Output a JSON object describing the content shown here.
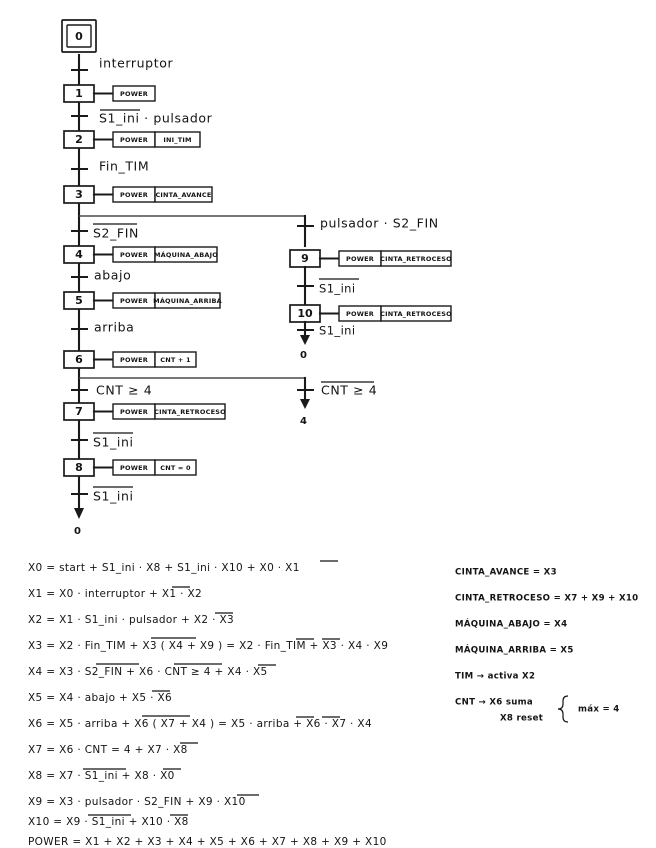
{
  "document": {
    "title": "GRAFCET - Diagrama de etapas y ecuaciones de estado",
    "kind": "hand-drawn sequential function chart"
  },
  "grafcet": {
    "initial_step": {
      "id": "0",
      "label": "0"
    },
    "steps": [
      {
        "id": "1",
        "label": "1",
        "actions": [
          "POWER"
        ]
      },
      {
        "id": "2",
        "label": "2",
        "actions": [
          "POWER",
          "INI_TIM"
        ]
      },
      {
        "id": "3",
        "label": "3",
        "actions": [
          "POWER",
          "CINTA_AVANCE"
        ]
      },
      {
        "id": "4",
        "label": "4",
        "actions": [
          "POWER",
          "MÁQUINA_ABAJO"
        ]
      },
      {
        "id": "5",
        "label": "5",
        "actions": [
          "POWER",
          "MÁQUINA_ARRIBA"
        ]
      },
      {
        "id": "6",
        "label": "6",
        "actions": [
          "POWER",
          "CNT + 1"
        ]
      },
      {
        "id": "7",
        "label": "7",
        "actions": [
          "POWER",
          "CINTA_RETROCESO"
        ]
      },
      {
        "id": "8",
        "label": "8",
        "actions": [
          "POWER",
          "CNT = 0"
        ]
      },
      {
        "id": "9",
        "label": "9",
        "actions": [
          "POWER",
          "CINTA_RETROCESO"
        ]
      },
      {
        "id": "10",
        "label": "10",
        "actions": [
          "POWER",
          "CINTA_RETROCESO"
        ]
      }
    ],
    "transitions": [
      {
        "id": "t0",
        "text": "interruptor",
        "overline": "none"
      },
      {
        "id": "t1",
        "text": "S1_ini · pulsador",
        "overline": "partial",
        "over_part": "S1_ini"
      },
      {
        "id": "t2",
        "text": "Fin_TIM",
        "overline": "none"
      },
      {
        "id": "t3",
        "text": "S2_FIN",
        "overline": "full"
      },
      {
        "id": "t4",
        "text": "abajo",
        "overline": "none"
      },
      {
        "id": "t5",
        "text": "arriba",
        "overline": "none"
      },
      {
        "id": "t6",
        "text": "CNT ≥ 4",
        "overline": "none"
      },
      {
        "id": "t7",
        "text": "S1_ini",
        "overline": "full"
      },
      {
        "id": "t8",
        "text": "S1_ini",
        "overline": "full"
      },
      {
        "id": "t9",
        "text": "pulsador · S2_FIN",
        "overline": "none"
      },
      {
        "id": "t10",
        "text": "S1_ini",
        "overline": "full"
      },
      {
        "id": "t11",
        "text": "S1_ini",
        "overline": "none"
      },
      {
        "id": "t12",
        "text": "CNT ≥ 4",
        "overline": "full"
      }
    ],
    "returns": [
      {
        "id": "r-left",
        "label": "0"
      },
      {
        "id": "r-right",
        "label": "0"
      },
      {
        "id": "r-cnt",
        "label": "4"
      }
    ]
  },
  "equations": [
    {
      "id": "eq-x0",
      "text": "X0 = start + S1_ini · X8 +  S1_ini · X10 + X0 · X1",
      "overbars": [
        {
          "after": "X0 · ",
          "token": "X1"
        }
      ]
    },
    {
      "id": "eq-x1",
      "text": "X1 = X0 · interruptor  + X1 · X2",
      "overbars": [
        {
          "after": "X1 · ",
          "token": "X2"
        }
      ]
    },
    {
      "id": "eq-x2",
      "text": "X2 = X1 · S1_ini · pulsador  + X2 · X3",
      "overbars": [
        {
          "after": "X2 · ",
          "token": "X3"
        }
      ]
    },
    {
      "id": "eq-x3",
      "text": "X3 = X2 · Fin_TIM + X3 ( X4 + X9 ) = X2 · Fin_TIM + X3 · X4 · X9",
      "overbars": []
    },
    {
      "id": "eq-x4",
      "text": "X4 = X3 ·  S2_FIN + X6 ·  CNT ≥ 4  + X4 · X5",
      "overbars": []
    },
    {
      "id": "eq-x5",
      "text": "X5 = X4 · abajo  + X5 · X6",
      "overbars": []
    },
    {
      "id": "eq-x6",
      "text": "X6 = X5 · arriba  + X6 ( X7 + X4 ) = X5 · arriba  + X6 · X7 · X4",
      "overbars": []
    },
    {
      "id": "eq-x7",
      "text": "X7 = X6 · CNT = 4  + X7 · X8",
      "overbars": []
    },
    {
      "id": "eq-x8",
      "text": "X8 = X7 ·  S1_ini + X8 · X0",
      "overbars": []
    },
    {
      "id": "eq-x9",
      "text": "X9 = X3 · pulsador ·  S2_FIN + X9 · X10",
      "overbars": []
    },
    {
      "id": "eq-x10",
      "text": "X10 = X9 ·  S1_ini  + X10 · X8",
      "overbars": []
    },
    {
      "id": "eq-power",
      "text": "POWER = X1 + X2 + X3 + X4 + X5 + X6 + X7 + X8 + X9 + X10",
      "overbars": []
    }
  ],
  "legend": [
    {
      "id": "lg-1",
      "text": "CINTA_AVANCE = X3"
    },
    {
      "id": "lg-2",
      "text": "CINTA_RETROCESO = X7 + X9 + X10"
    },
    {
      "id": "lg-3",
      "text": "MÁQUINA_ABAJO = X4"
    },
    {
      "id": "lg-4",
      "text": "MÁQUINA_ARRIBA = X5"
    },
    {
      "id": "lg-5",
      "text": "TIM → activa  X2"
    },
    {
      "id": "lg-6",
      "text": "CNT →  X6  suma"
    },
    {
      "id": "lg-7",
      "text": "X8   reset"
    },
    {
      "id": "lg-8",
      "text": "máx = 4"
    }
  ],
  "colors": {
    "ink": "#1a1a1a",
    "paper": "#ffffff",
    "link_gray": "#4a4a4a"
  }
}
